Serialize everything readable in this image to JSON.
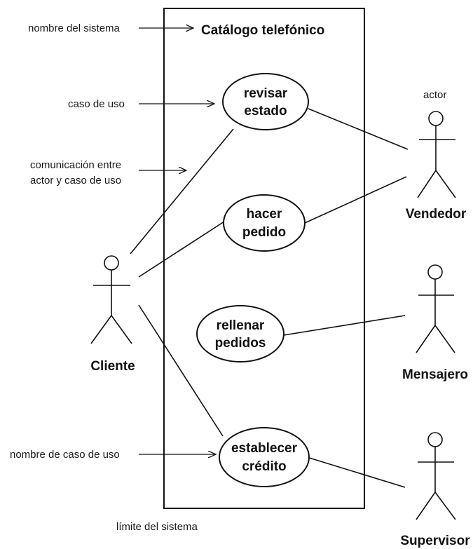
{
  "system_name": "Catálogo telefónico",
  "annotations": {
    "system_name_label": "nombre del sistema",
    "use_case_label": "caso de uso",
    "communication_label_1": "comunicación entre",
    "communication_label_2": "actor y caso de uso",
    "actor_label": "actor",
    "use_case_name_label": "nombre de caso de uso",
    "system_boundary_label": "límite del sistema"
  },
  "use_cases": [
    {
      "line1": "revisar",
      "line2": "estado"
    },
    {
      "line1": "hacer",
      "line2": "pedido"
    },
    {
      "line1": "rellenar",
      "line2": "pedidos"
    },
    {
      "line1": "establecer",
      "line2": "crédito"
    }
  ],
  "actors": {
    "cliente": "Cliente",
    "vendedor": "Vendedor",
    "mensajero": "Mensajero",
    "supervisor": "Supervisor"
  }
}
